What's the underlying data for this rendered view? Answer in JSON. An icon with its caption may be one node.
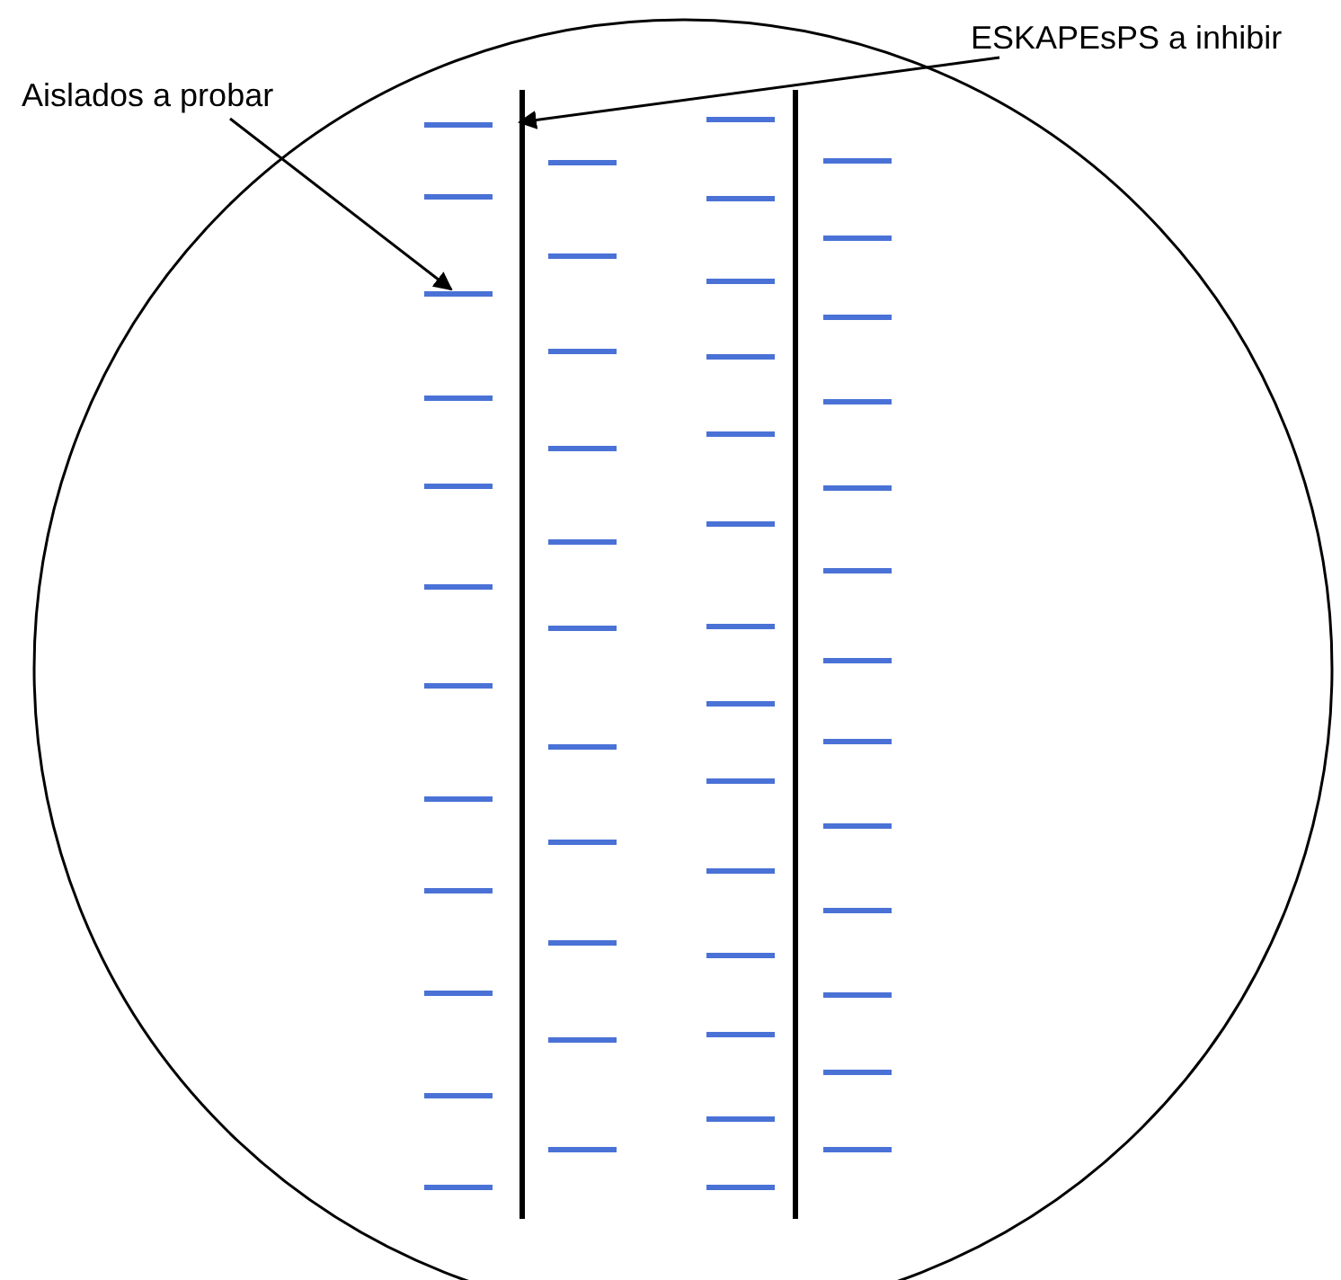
{
  "diagram": {
    "nodes": [
      {
        "text": [
          "Aislados a probar"
        ]
      },
      {
        "text": [
          "ESKAPEsPS a inhibir"
        ]
      },
      {
        "text": [],
        "shape": "bar"
      },
      {
        "text": [],
        "shape": "line"
      }
    ],
    "edges": [
      {
        "from": 0,
        "to": 2,
        "arrow": "to"
      },
      {
        "from": 1,
        "to": 3,
        "arrow": "to"
      }
    ]
  }
}
